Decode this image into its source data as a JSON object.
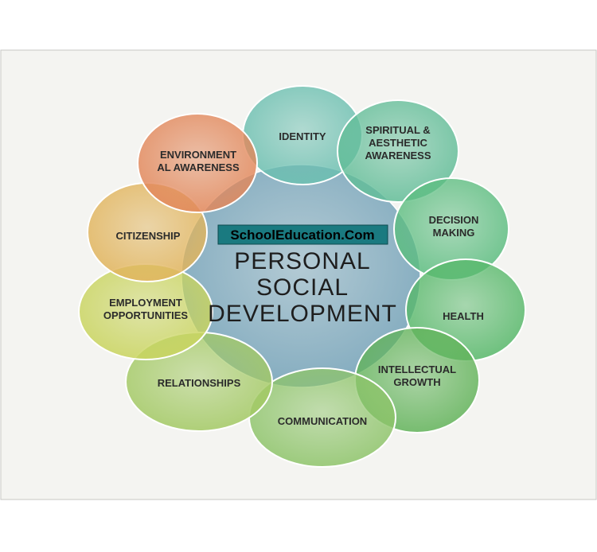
{
  "watermark": "SchoolEducation.Com",
  "center": {
    "lines": [
      "PERSONAL",
      "SOCIAL",
      "DEVELOPMENT"
    ],
    "color": "#7fa9bd"
  },
  "petals": [
    {
      "id": "identity",
      "lines": [
        "IDENTITY"
      ],
      "color": "#6bbfb0"
    },
    {
      "id": "spiritual-aesthetic-awareness",
      "lines": [
        "SPIRITUAL &",
        "AESTHETIC",
        "AWARENESS"
      ],
      "color": "#62bd98"
    },
    {
      "id": "decision-making",
      "lines": [
        "DECISION",
        "MAKING"
      ],
      "color": "#5cbd80"
    },
    {
      "id": "health",
      "lines": [
        "HEALTH"
      ],
      "color": "#57b86a"
    },
    {
      "id": "intellectual-growth",
      "lines": [
        "INTELLECTUAL",
        "GROWTH"
      ],
      "color": "#62b35a"
    },
    {
      "id": "communication",
      "lines": [
        "COMMUNICATION"
      ],
      "color": "#8ec46a"
    },
    {
      "id": "relationships",
      "lines": [
        "RELATIONSHIPS"
      ],
      "color": "#a3c964"
    },
    {
      "id": "employment-opportunities",
      "lines": [
        "EMPLOYMENT",
        "OPPORTUNITIES"
      ],
      "color": "#c9d45e"
    },
    {
      "id": "citizenship",
      "lines": [
        "CITIZENSHIP"
      ],
      "color": "#e1b45c"
    },
    {
      "id": "environmental-awareness",
      "lines": [
        "ENVIRONMENT",
        "AL AWARENESS"
      ],
      "color": "#e2875a"
    }
  ]
}
